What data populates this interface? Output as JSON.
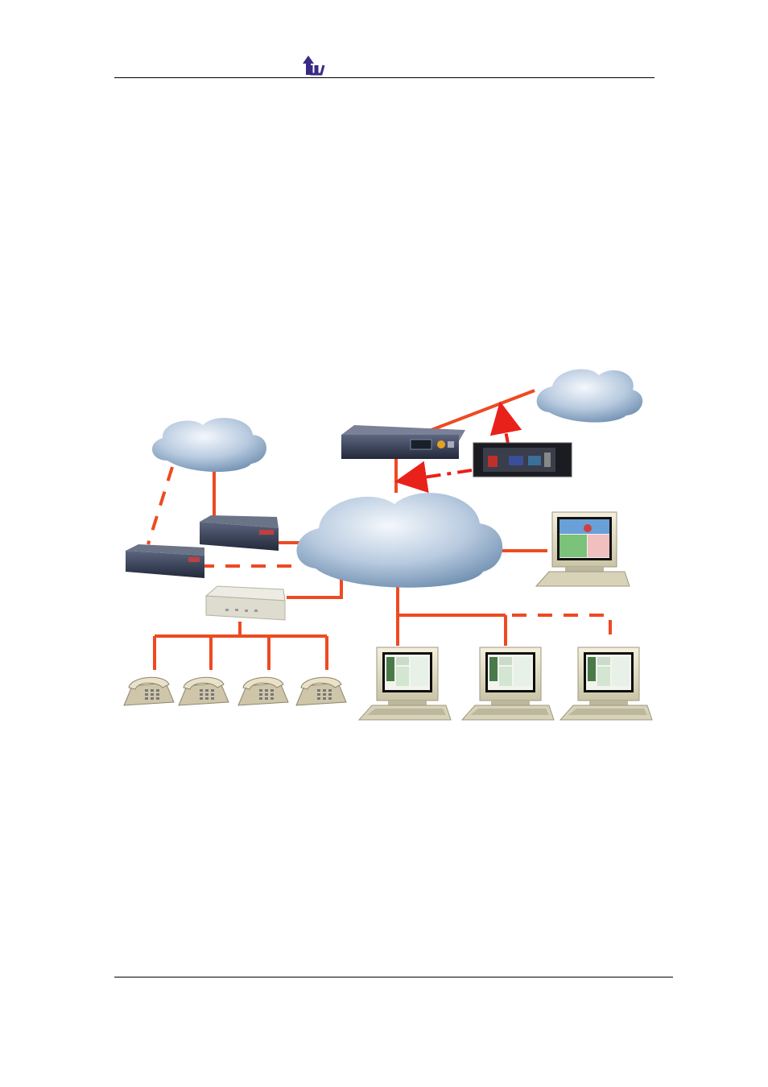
{
  "colors": {
    "link": "#ee4a22",
    "arrow": "#e8221a",
    "cloud_light": "#e6eef7",
    "cloud_dark": "#6f8fb0",
    "logo": "#3a2a86"
  },
  "logo": {
    "icon": "company-logo-icon"
  },
  "diagram": {
    "nodes": [
      {
        "id": "cloud-top-left",
        "icon": "cloud-icon"
      },
      {
        "id": "cloud-top-right",
        "icon": "cloud-icon"
      },
      {
        "id": "cloud-center",
        "icon": "cloud-icon"
      },
      {
        "id": "rack-server",
        "icon": "rack-server-icon"
      },
      {
        "id": "server-card-panel",
        "icon": "server-card-icon"
      },
      {
        "id": "gateway-upper",
        "icon": "gateway-device-icon"
      },
      {
        "id": "gateway-lower",
        "icon": "gateway-device-icon"
      },
      {
        "id": "fxs-gateway",
        "icon": "analog-gateway-icon"
      },
      {
        "id": "phone-1",
        "icon": "telephone-icon"
      },
      {
        "id": "phone-2",
        "icon": "telephone-icon"
      },
      {
        "id": "phone-3",
        "icon": "telephone-icon"
      },
      {
        "id": "phone-4",
        "icon": "telephone-icon"
      },
      {
        "id": "monitor-console",
        "icon": "computer-icon"
      },
      {
        "id": "pc-1",
        "icon": "computer-icon"
      },
      {
        "id": "pc-2",
        "icon": "computer-icon"
      },
      {
        "id": "pc-3",
        "icon": "computer-icon"
      }
    ]
  }
}
